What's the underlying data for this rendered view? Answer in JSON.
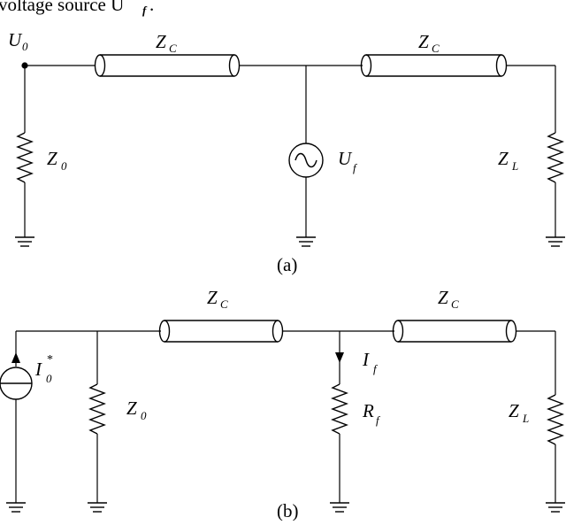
{
  "header_text": "voltage source U",
  "header_sub": "f",
  "header_tail": ".",
  "circuit_a": {
    "caption": "(a)",
    "node_label": "U",
    "node_sub": "0",
    "line1_label": "Z",
    "line1_sub": "C",
    "line2_label": "Z",
    "line2_sub": "C",
    "source_label": "U",
    "source_sub": "f",
    "z0_label": "Z",
    "z0_sub": "0",
    "zl_label": "Z",
    "zl_sub": "L"
  },
  "circuit_b": {
    "caption": "(b)",
    "current_src_label": "I",
    "current_src_sub": "0",
    "current_src_sup": "*",
    "z0_label": "Z",
    "z0_sub": "0",
    "line1_label": "Z",
    "line1_sub": "C",
    "line2_label": "Z",
    "line2_sub": "C",
    "fault_current_label": "I",
    "fault_current_sub": "f",
    "fault_res_label": "R",
    "fault_res_sub": "f",
    "zl_label": "Z",
    "zl_sub": "L"
  }
}
